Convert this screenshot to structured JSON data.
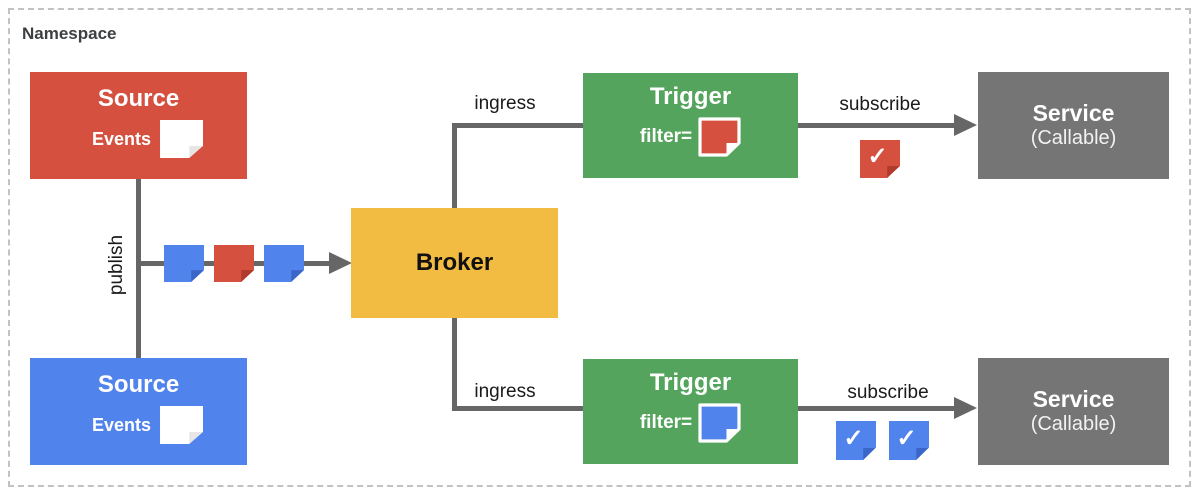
{
  "diagram": {
    "namespace_label": "Namespace",
    "colors": {
      "red": "#d5503f",
      "red_fold": "#b03a2b",
      "blue": "#5183ec",
      "blue_fold": "#3b66c9",
      "green": "#54a45d",
      "yellow": "#f2bb42",
      "gray": "#757575",
      "line": "#666666",
      "frame_dash": "#c2c2c2",
      "namespace_text": "#3c4043",
      "label_text": "#1a1a1a"
    },
    "nodes": {
      "source_red": {
        "title": "Source",
        "events_label": "Events",
        "icon": "white-note-icon",
        "color": "#d5503f"
      },
      "source_blue": {
        "title": "Source",
        "events_label": "Events",
        "icon": "white-note-icon",
        "color": "#5183ec"
      },
      "broker": {
        "title": "Broker",
        "color": "#f2bb42"
      },
      "trigger_top": {
        "title": "Trigger",
        "filter_label": "filter=",
        "filter_icon": "red-note-icon",
        "color": "#54a45d"
      },
      "trigger_bottom": {
        "title": "Trigger",
        "filter_label": "filter=",
        "filter_icon": "blue-note-icon",
        "color": "#54a45d"
      },
      "service_top": {
        "title": "Service",
        "subtitle": "(Callable)",
        "color": "#757575"
      },
      "service_bottom": {
        "title": "Service",
        "subtitle": "(Callable)",
        "color": "#757575"
      }
    },
    "edges": {
      "publish_label": "publish",
      "ingress_top_label": "ingress",
      "ingress_bottom_label": "ingress",
      "subscribe_top_label": "subscribe",
      "subscribe_bottom_label": "subscribe"
    },
    "events": {
      "stream_icons": [
        "blue-note-icon",
        "red-note-icon",
        "blue-note-icon"
      ],
      "delivered_top_icons": [
        "red-check-note-icon"
      ],
      "delivered_bottom_icons": [
        "blue-check-note-icon",
        "blue-check-note-icon"
      ],
      "check_glyph": "✓"
    }
  }
}
